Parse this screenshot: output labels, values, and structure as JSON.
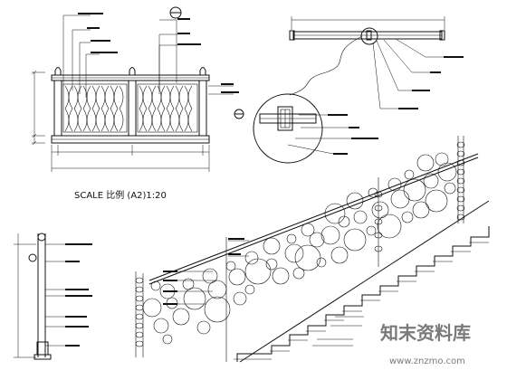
{
  "drawing": {
    "scale_label": "SCALE 比例 (A2)1:20"
  },
  "watermark": {
    "brand": "知末资料库",
    "url": "www.znzmo.com"
  }
}
